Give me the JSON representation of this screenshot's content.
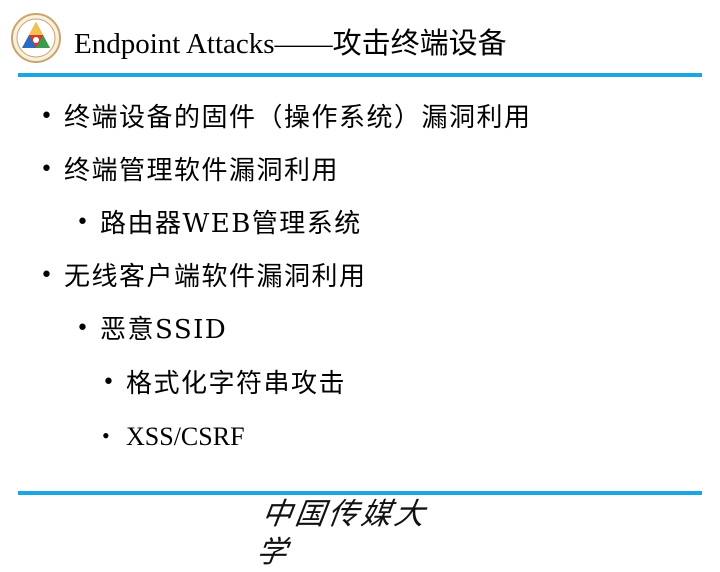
{
  "slide": {
    "title": "Endpoint Attacks——攻击终端设备",
    "footer_signature": "中国传媒大学",
    "accent_color": "#1aa6e4",
    "logo_icon": "university-emblem-icon"
  },
  "bullets": [
    {
      "level": 1,
      "text": "终端设备的固件（操作系统）漏洞利用"
    },
    {
      "level": 1,
      "text": "终端管理软件漏洞利用"
    },
    {
      "level": 2,
      "text": "路由器WEB管理系统"
    },
    {
      "level": 1,
      "text": "无线客户端软件漏洞利用"
    },
    {
      "level": 2,
      "text": "恶意SSID"
    },
    {
      "level": 3,
      "text": "格式化字符串攻击"
    },
    {
      "level": 3,
      "text": "XSS/CSRF"
    }
  ],
  "bullet_symbol": "•"
}
